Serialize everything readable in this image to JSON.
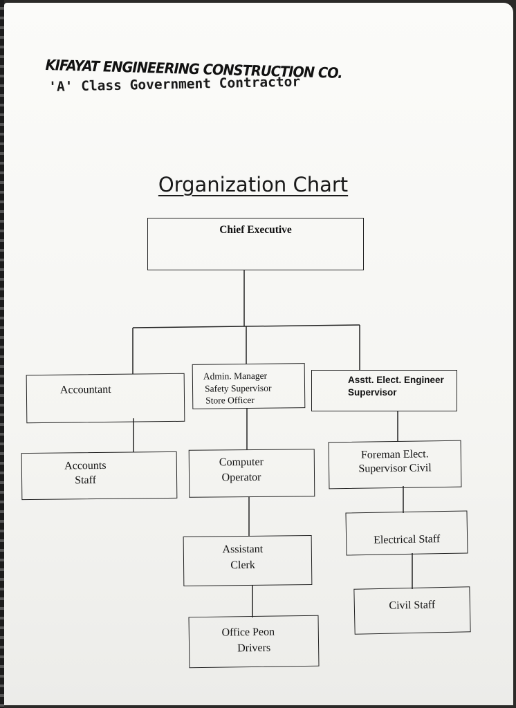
{
  "header": {
    "company": "KIFAYAT ENGINEERING CONSTRUCTION CO.",
    "subtitle": "'A' Class Government Contractor"
  },
  "chart": {
    "title": "Organization Chart",
    "nodes": {
      "chief_executive": "Chief Executive",
      "accountant": "Accountant",
      "admin_line1": "Admin. Manager",
      "admin_line2": "Safety Supervisor",
      "admin_line3": "Store Officer",
      "asstt_line1": "Asstt. Elect. Engineer",
      "asstt_line2": "Supervisor",
      "accounts_line1": "Accounts",
      "accounts_line2": "Staff",
      "computer_line1": "Computer",
      "computer_line2": "Operator",
      "foreman_line1": "Foreman Elect.",
      "foreman_line2": "Supervisor Civil",
      "assistant_line1": "Assistant",
      "assistant_line2": "Clerk",
      "electrical_staff": "Electrical Staff",
      "civil_staff": "Civil Staff",
      "peon_line1": "Office Peon",
      "peon_line2": "Drivers"
    }
  }
}
